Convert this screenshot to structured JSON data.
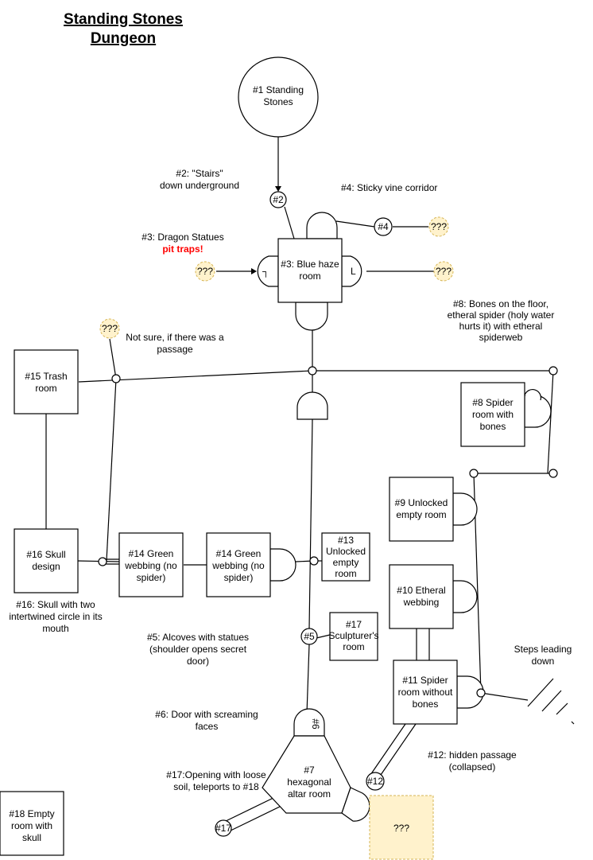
{
  "title": {
    "line1": "Standing Stones",
    "line2": "Dungeon"
  },
  "rooms": {
    "r1": [
      "#1 Standing",
      "Stones"
    ],
    "r3": [
      "#3: Blue haze",
      "room"
    ],
    "r7": [
      "#7",
      "hexagonal",
      "altar room"
    ],
    "r8": [
      "#8 Spider",
      "room with",
      "bones"
    ],
    "r9": [
      "#9 Unlocked",
      "empty room"
    ],
    "r10": [
      "#10 Etheral",
      "webbing"
    ],
    "r11": [
      "#11 Spider",
      "room without",
      "bones"
    ],
    "r13": [
      "#13",
      "Unlocked",
      "empty",
      "room"
    ],
    "r14a": [
      "#14 Green",
      "webbing (no",
      "spider)"
    ],
    "r14b": [
      "#14 Green",
      "webbing (no",
      "spider)"
    ],
    "r15": [
      "#15 Trash",
      "room"
    ],
    "r16": [
      "#16 Skull",
      "design"
    ],
    "r17": [
      "#17",
      "Sculpturer's",
      "room"
    ],
    "r18": [
      "#18 Empty",
      "room with",
      "skull"
    ],
    "unknown_room": "???"
  },
  "markers": {
    "m2": "#2",
    "m4": "#4",
    "m5": "#5",
    "m12": "#12",
    "m17": "#17",
    "door6": "#6"
  },
  "unknown": "???",
  "annotations": {
    "a2": [
      "#2: \"Stairs\"",
      "down underground"
    ],
    "a4": "#4: Sticky vine corridor",
    "a3": "#3: Dragon Statues",
    "a3_red": "pit traps!",
    "a8": [
      "#8: Bones on the floor,",
      "etheral spider (holy water",
      "hurts it) with etheral",
      "spiderweb"
    ],
    "a_notsure": [
      "Not sure, if there was a",
      "passage"
    ],
    "a16": [
      "#16: Skull with two",
      "intertwined circle in its",
      "mouth"
    ],
    "a5": [
      "#5: Alcoves with statues",
      "(shoulder opens secret",
      "door)"
    ],
    "a6": [
      "#6: Door with screaming",
      "faces"
    ],
    "a17": [
      "#17:Opening with loose",
      "soil, teleports to #18"
    ],
    "a12": [
      "#12: hidden passage",
      "(collapsed)"
    ],
    "asteps": [
      "Steps leading",
      "down"
    ],
    "door_left": "┐",
    "door_right": "L"
  }
}
